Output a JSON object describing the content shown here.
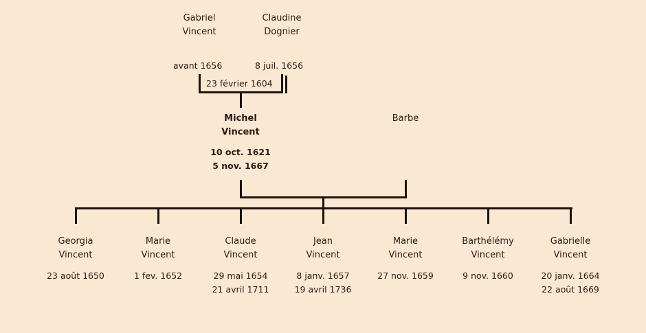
{
  "meta": {
    "background_color": "#fbe8d3",
    "ink_color": "#1d120b",
    "text_color": "#2a1a12"
  },
  "generation_1": {
    "father": {
      "given": "Gabriel",
      "surname": "Vincent",
      "event": "avant 1656"
    },
    "mother": {
      "given": "Claudine",
      "surname": "Dognier",
      "event": "8 juil. 1656"
    },
    "marriage": {
      "date": "23 février 1604"
    }
  },
  "generation_2": {
    "focus": {
      "given": "Michel",
      "surname": "Vincent",
      "birth": "10 oct. 1621",
      "death": "5 nov. 1667"
    },
    "spouse": {
      "given": "Barbe"
    }
  },
  "children": [
    {
      "given": "Georgia",
      "surname": "Vincent",
      "birth": "23 août 1650",
      "death": ""
    },
    {
      "given": "Marie",
      "surname": "Vincent",
      "birth": "1 fev. 1652",
      "death": ""
    },
    {
      "given": "Claude",
      "surname": "Vincent",
      "birth": "29 mai 1654",
      "death": "21 avril 1711"
    },
    {
      "given": "Jean",
      "surname": "Vincent",
      "birth": "8 janv. 1657",
      "death": "19 avril 1736"
    },
    {
      "given": "Marie",
      "surname": "Vincent",
      "birth": "27 nov. 1659",
      "death": ""
    },
    {
      "given": "Barthélémy",
      "surname": "Vincent",
      "birth": "9 nov. 1660",
      "death": ""
    },
    {
      "given": "Gabrielle",
      "surname": "Vincent",
      "birth": "20 janv. 1664",
      "death": "22 août 1669"
    }
  ]
}
